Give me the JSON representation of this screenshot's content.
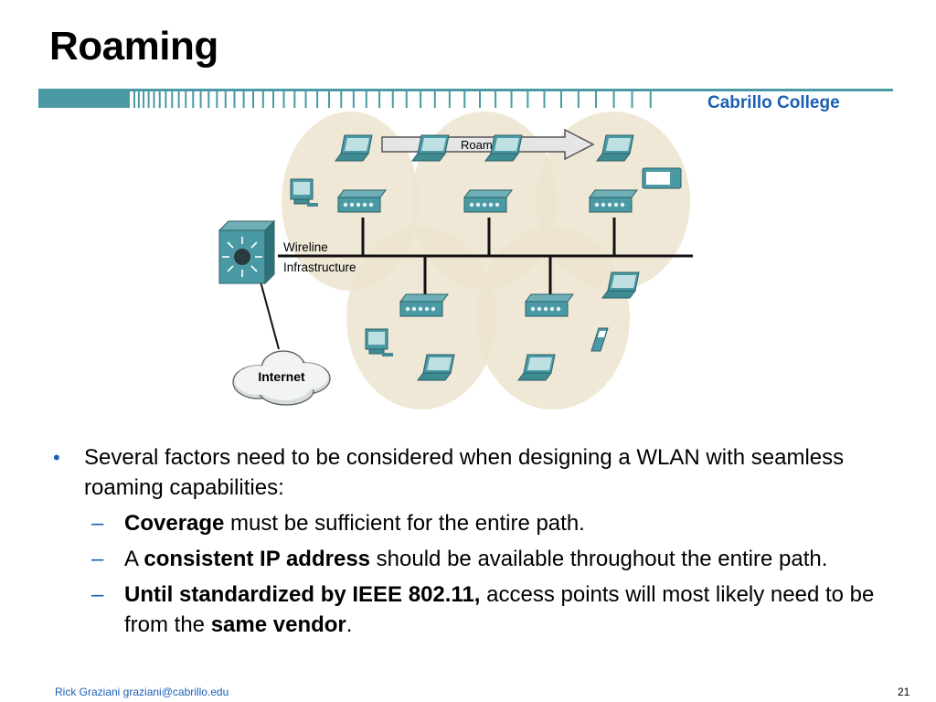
{
  "slide": {
    "title": "Roaming",
    "brand": "Cabrillo College"
  },
  "diagram": {
    "roaming_label": "Roaming",
    "wireline_line1": "Wireline",
    "wireline_line2": "Infrastructure",
    "internet_label": "Internet",
    "colors": {
      "cell_fill": "#ece4cf",
      "device_teal": "#3f8b92",
      "bar_teal": "#4a9aa6"
    }
  },
  "bullets": {
    "main": "Several factors need to be considered when designing a WLAN with seamless roaming capabilities:",
    "sub1": {
      "bold": "Coverage",
      "rest": " must be sufficient for the entire path."
    },
    "sub2": {
      "pre": "A ",
      "bold": "consistent IP address",
      "rest": " should be available throughout the entire path."
    },
    "sub3": {
      "bold": "Until standardized by IEEE 802.11,",
      "mid": " access points will most likely need to be from the ",
      "bold2": "same vendor",
      "end": "."
    }
  },
  "footer": {
    "author": "Rick Graziani  graziani@cabrillo.edu",
    "page": "21"
  }
}
